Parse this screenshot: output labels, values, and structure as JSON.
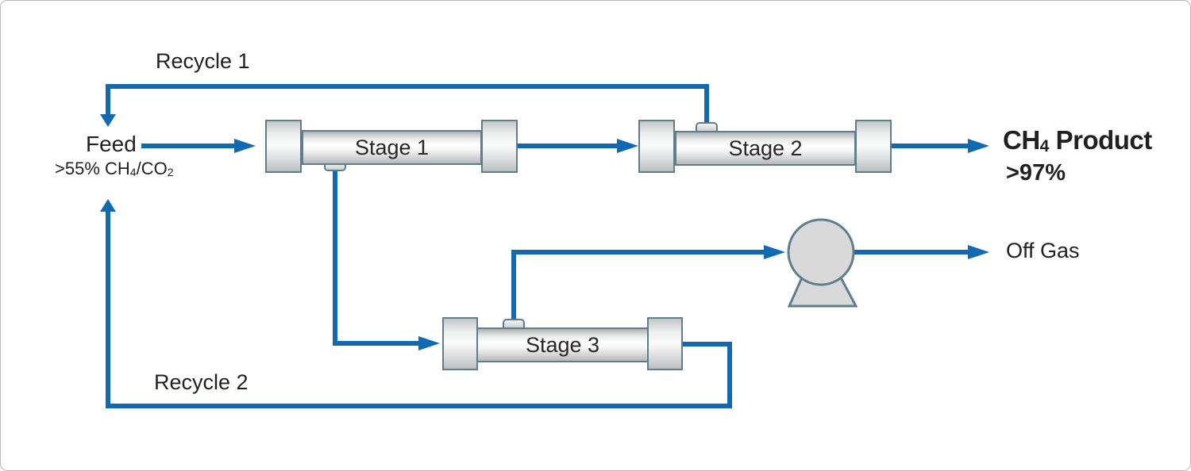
{
  "diagram": {
    "streams": {
      "recycle1": "Recycle 1",
      "recycle2": "Recycle 2",
      "feed": "Feed",
      "off_gas": "Off Gas"
    },
    "feed_composition": {
      "prefix": ">55% CH",
      "sub1": "4",
      "mid": "/CO",
      "sub2": "2"
    },
    "product": {
      "prefix": "CH",
      "sub": "4",
      "suffix": " Product",
      "purity": ">97%"
    },
    "stages": [
      {
        "label": "Stage 1"
      },
      {
        "label": "Stage 2"
      },
      {
        "label": "Stage 3"
      }
    ],
    "equipment": {
      "pump": "vacuum-pump"
    },
    "colors": {
      "pipe": "#1169B2",
      "module_border": "#5F7E8D",
      "equipment_fill": "#D9D9D9",
      "text": "#231F20"
    }
  }
}
